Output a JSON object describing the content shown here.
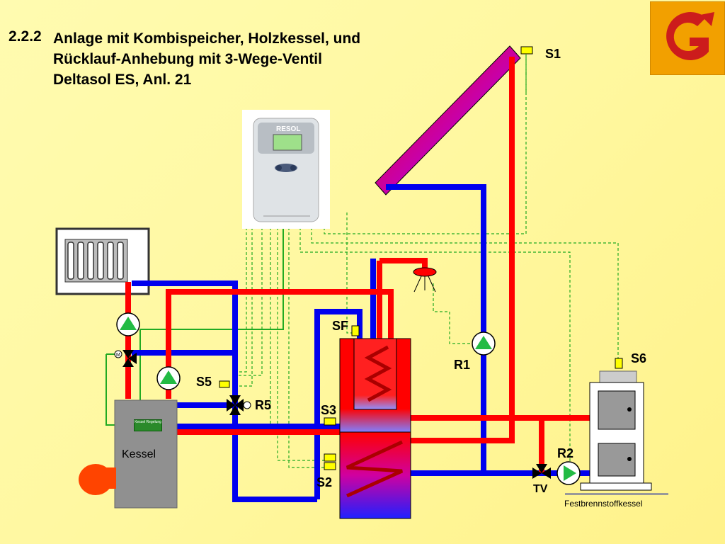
{
  "title": {
    "number": "2.2.2",
    "lines": [
      "Anlage mit Kombispeicher, Holzkessel, und",
      "Rücklauf-Anhebung mit 3-Wege-Ventil",
      "Deltasol ES, Anl. 21"
    ]
  },
  "logo": {
    "icon": "company-g-logo"
  },
  "controller": {
    "brand": "RESOL",
    "icon": "controller-unit"
  },
  "labels": {
    "S1": "S1",
    "SF": "SF",
    "S6": "S6",
    "S5": "S5",
    "R5": "R5",
    "S3": "S3",
    "S2": "S2",
    "R1": "R1",
    "R2": "R2",
    "TV": "TV",
    "kessel": "Kessel",
    "kessel_regelung": "Kessel Regelung",
    "festbrennstoffkessel": "Festbrennstoffkessel"
  },
  "colors": {
    "hot": "#ff0000",
    "cold": "#0000ee",
    "sensor": "#ffff00",
    "signal_line": "#22aa22",
    "pump": "#22bb44"
  }
}
